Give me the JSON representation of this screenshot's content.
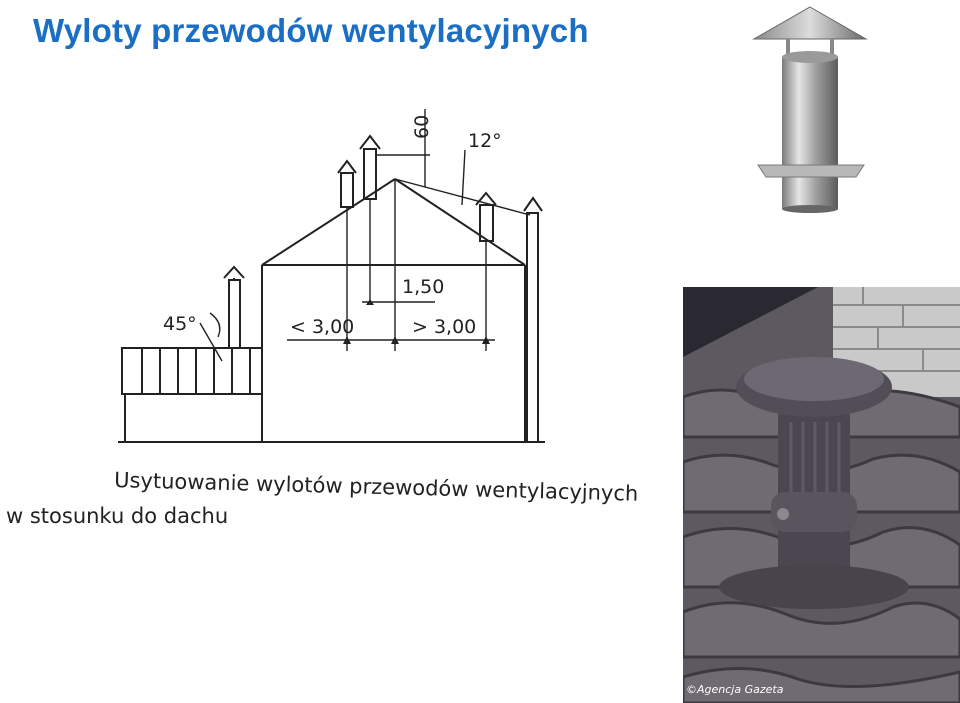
{
  "page": {
    "title": "Wyloty przewodów wentylacyjnych"
  },
  "diagram": {
    "dim_60": "60",
    "angle_12": "12°",
    "dim_150": "1,50",
    "dim_lt300": "< 3,00",
    "dim_gt300": "> 3,00",
    "angle_45": "45°",
    "caption_line1": "Usytuowanie wylotów przewodów wentylacyjnych",
    "caption_line2": "w stosunku do dachu"
  },
  "photos": {
    "credit": "©Agencja Gazeta"
  }
}
